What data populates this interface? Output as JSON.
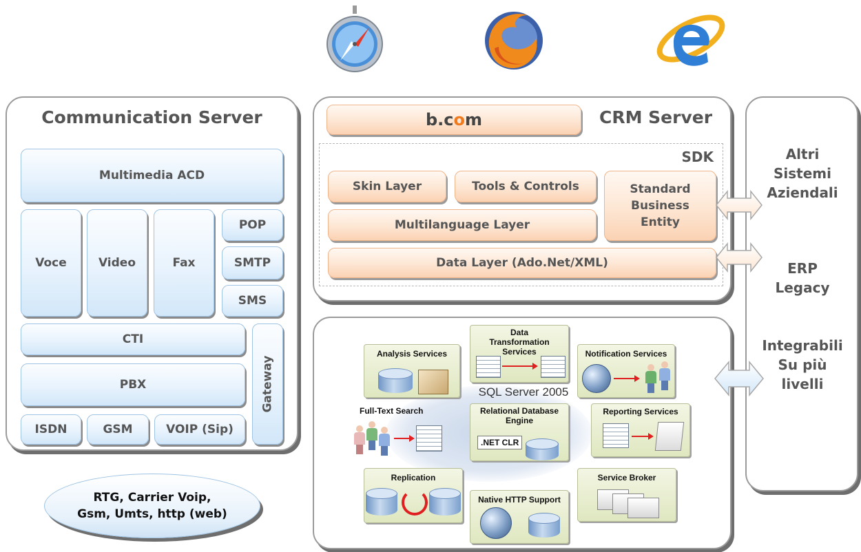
{
  "browsers": [
    "safari-icon",
    "firefox-icon",
    "internet-explorer-icon"
  ],
  "communication_server": {
    "title": "Communication Server",
    "multimedia_acd": "Multimedia ACD",
    "voce": "Voce",
    "video": "Video",
    "fax": "Fax",
    "pop": "POP",
    "smtp": "SMTP",
    "sms": "SMS",
    "cti": "CTI",
    "pbx": "PBX",
    "gateway": "Gateway",
    "isdn": "ISDN",
    "gsm": "GSM",
    "voip": "VOIP (Sip)"
  },
  "networks_ellipse": "RTG, Carrier Voip,\nGsm, Umts, http (web)",
  "crm_server": {
    "title": "CRM Server",
    "bcom_prefix": "b.c",
    "bcom_o": "o",
    "bcom_suffix": "m",
    "sdk": "SDK",
    "skin_layer": "Skin Layer",
    "tools_controls": "Tools & Controls",
    "standard_business_entity": "Standard\nBusiness\nEntity",
    "multilanguage_layer": "Multilanguage Layer",
    "data_layer": "Data Layer (Ado.Net/XML)"
  },
  "sql_server": {
    "title": "SQL Server 2005",
    "analysis": "Analysis Services",
    "data_transformation": "Data\nTransformation\nServices",
    "notification": "Notification Services",
    "full_text": "Full-Text Search",
    "relational": "Relational Database\nEngine",
    "net_clr": ".NET CLR",
    "reporting": "Reporting Services",
    "replication": "Replication",
    "native_http": "Native HTTP Support",
    "service_broker": "Service Broker"
  },
  "right_panel": {
    "altri": "Altri\nSistemi\nAziendali",
    "erp": "ERP\nLegacy",
    "integrabili": "Integrabili\nSu più\nlivelli"
  },
  "colors": {
    "accent_orange": "#f07a1e",
    "text_gray": "#555555",
    "box_blue": "#e8f3fd",
    "box_orange": "#fde6d3"
  }
}
